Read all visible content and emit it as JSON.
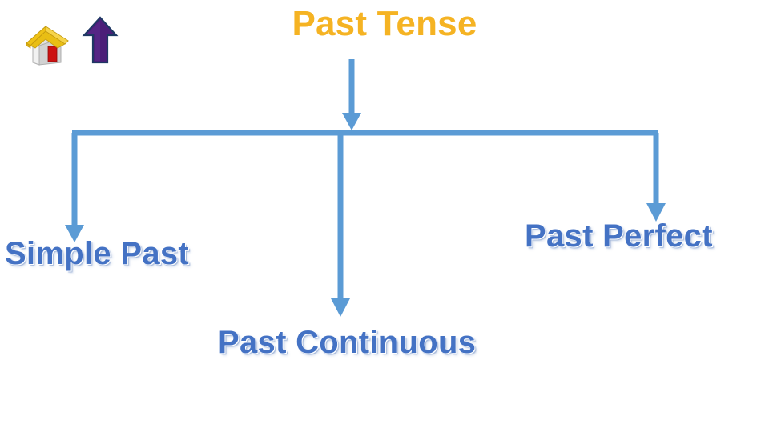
{
  "slide": {
    "background_color": "#FFFFFF",
    "title": {
      "text": "Past Tense",
      "color": "#F5B323"
    },
    "icons": [
      {
        "name": "home-icon",
        "label": "Home",
        "roof_color": "#EFC216",
        "wall_color": "#DCDCDC",
        "door_color": "#CC1111"
      },
      {
        "name": "up-arrow-icon",
        "label": "Back / Up",
        "fill_color": "#4B1E78",
        "outline_color": "#1F3864"
      }
    ],
    "connector": {
      "color": "#5B9BD5",
      "stroke_width": 7
    },
    "branches": [
      {
        "id": "simple-past",
        "label": "Simple Past",
        "color": "#4472C4"
      },
      {
        "id": "past-continuous",
        "label": "Past Continuous",
        "color": "#4472C4"
      },
      {
        "id": "past-perfect",
        "label": "Past Perfect",
        "color": "#4472C4"
      }
    ]
  }
}
